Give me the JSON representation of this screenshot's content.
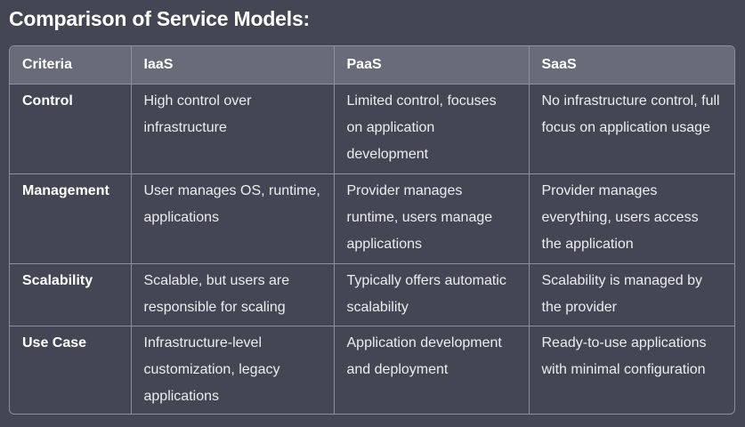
{
  "title": "Comparison of Service Models:",
  "table": {
    "headers": [
      "Criteria",
      "IaaS",
      "PaaS",
      "SaaS"
    ],
    "rows": [
      [
        "Control",
        "High control over infrastructure",
        "Limited control, focuses on application development",
        "No infrastructure control, full focus on application usage"
      ],
      [
        "Management",
        "User manages OS, runtime, applications",
        "Provider manages runtime, users manage applications",
        "Provider manages everything, users access the application"
      ],
      [
        "Scalability",
        "Scalable, but users are responsible for scaling",
        "Typically offers automatic scalability",
        "Scalability is managed by the provider"
      ],
      [
        "Use Case",
        "Infrastructure-level customization, legacy applications",
        "Application development and deployment",
        "Ready-to-use applications with minimal configuration"
      ]
    ]
  }
}
